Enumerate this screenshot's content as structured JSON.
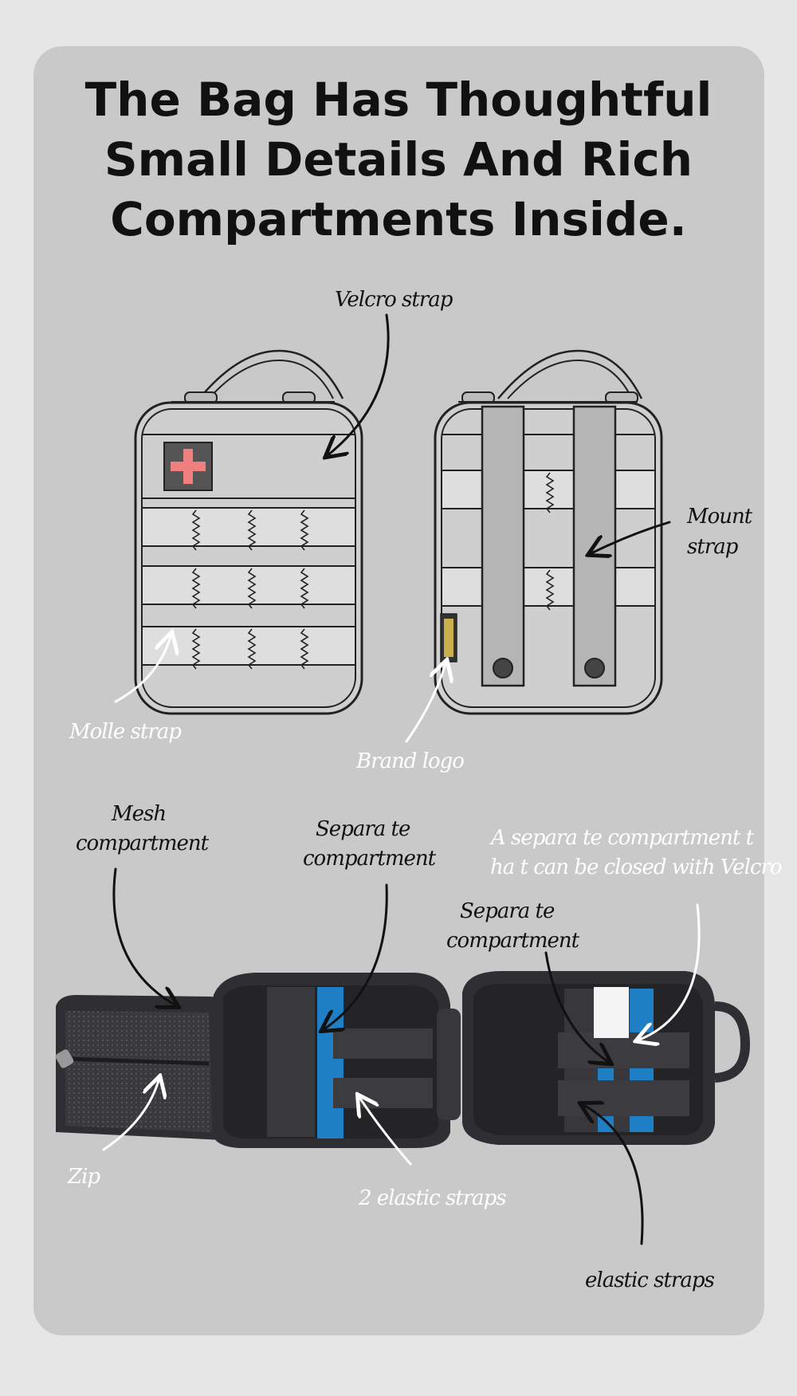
{
  "title_lines": [
    "The Bag Has Thoughtful",
    "Small Details And Rich",
    "Compartments Inside."
  ],
  "labels": {
    "velcro_strap": "Velcro strap",
    "mount_strap_1": "Mount",
    "mount_strap_2": "strap",
    "molle_strap": "Molle strap",
    "brand_logo": "Brand logo",
    "mesh_1": "Mesh",
    "mesh_2": "compartment",
    "separate_a_1": "Separa te",
    "separate_a_2": "compartment",
    "separate_b_1": "Separa te",
    "separate_b_2": "compartment",
    "velcro_comp_1": "A separa te compartment t",
    "velcro_comp_2": "ha t can be closed with Velcro",
    "zip": "Zip",
    "two_elastic": "2 elastic straps",
    "elastic": "elastic straps"
  },
  "colors": {
    "background": "#e6e6e6",
    "card": "#c9c9c9",
    "medical_cross": "#f07f7f",
    "blue_panel": "#1f7fc4",
    "bag_dark": "#2f2f33"
  }
}
